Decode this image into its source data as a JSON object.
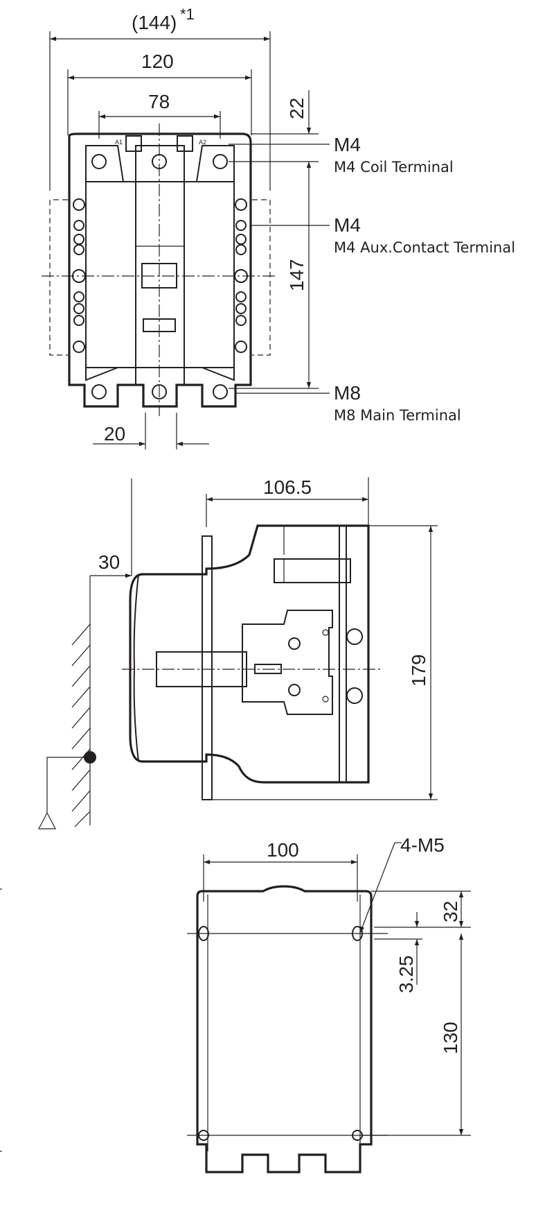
{
  "front_view": {
    "dims": {
      "overall": "(144)",
      "overall_note": "*1",
      "width": "120",
      "coil_span": "78",
      "top_offset": "22",
      "height": "147",
      "pitch": "20"
    },
    "coil_labels": {
      "a1": "A1",
      "a2": "A2"
    },
    "callouts": {
      "coil": {
        "size": "M4",
        "desc": "M4 Coil Terminal"
      },
      "aux": {
        "size": "M4",
        "desc": "M4 Aux.Contact Terminal"
      },
      "main": {
        "size": "M8",
        "desc": "M8 Main Terminal"
      }
    }
  },
  "side_view": {
    "dims": {
      "depth": "106.5",
      "wall_clearance": "30",
      "height": "179"
    }
  },
  "mounting_view": {
    "dims": {
      "hole_pitch_x": "100",
      "screws": "4-M5",
      "top_offset": "32",
      "slot": "3.25",
      "hole_pitch_y": "130"
    }
  }
}
